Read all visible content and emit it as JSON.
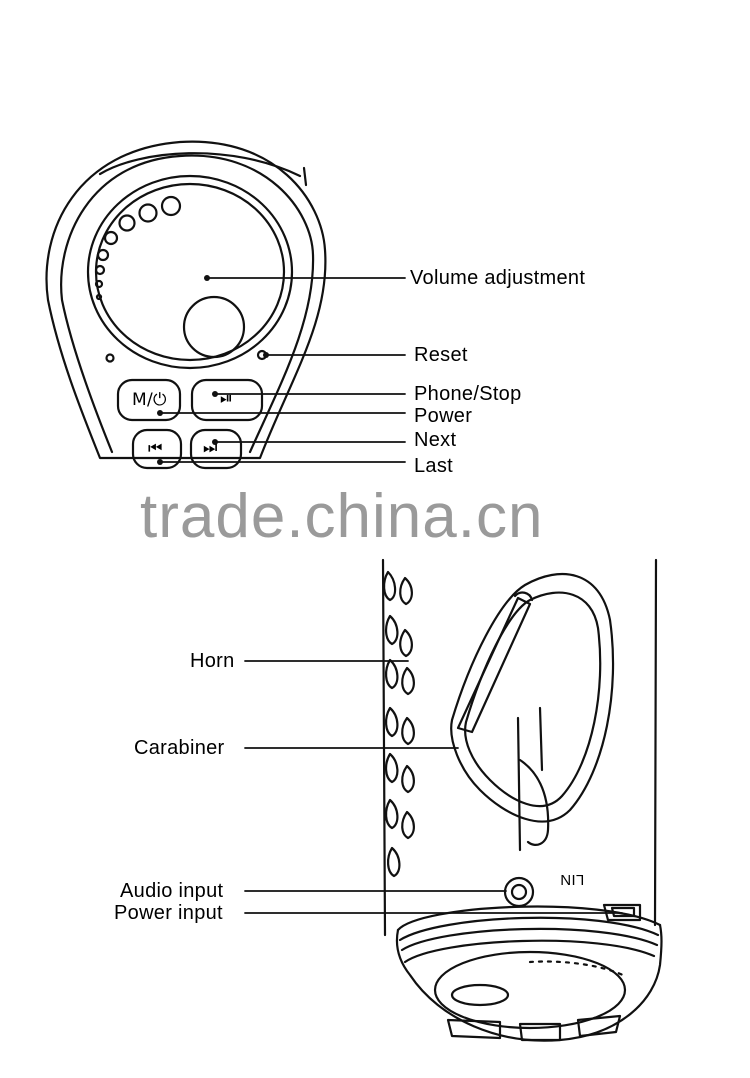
{
  "top_labels": {
    "volume": "Volume adjustment",
    "reset": "Reset",
    "phone_stop": "Phone/Stop",
    "power": "Power",
    "next": "Next",
    "last": "Last"
  },
  "bottom_labels": {
    "horn": "Horn",
    "carabiner": "Carabiner",
    "audio_input": "Audio input",
    "power_input": "Power input"
  },
  "button_marks": {
    "mode_power": "M/⏻",
    "phone_play": "⏯",
    "prev": "⏮",
    "next": "⏭"
  },
  "port_label": "LIN",
  "watermark": "trade.china.cn",
  "colors": {
    "line": "#111111",
    "watermark": "#9a9a9a"
  }
}
